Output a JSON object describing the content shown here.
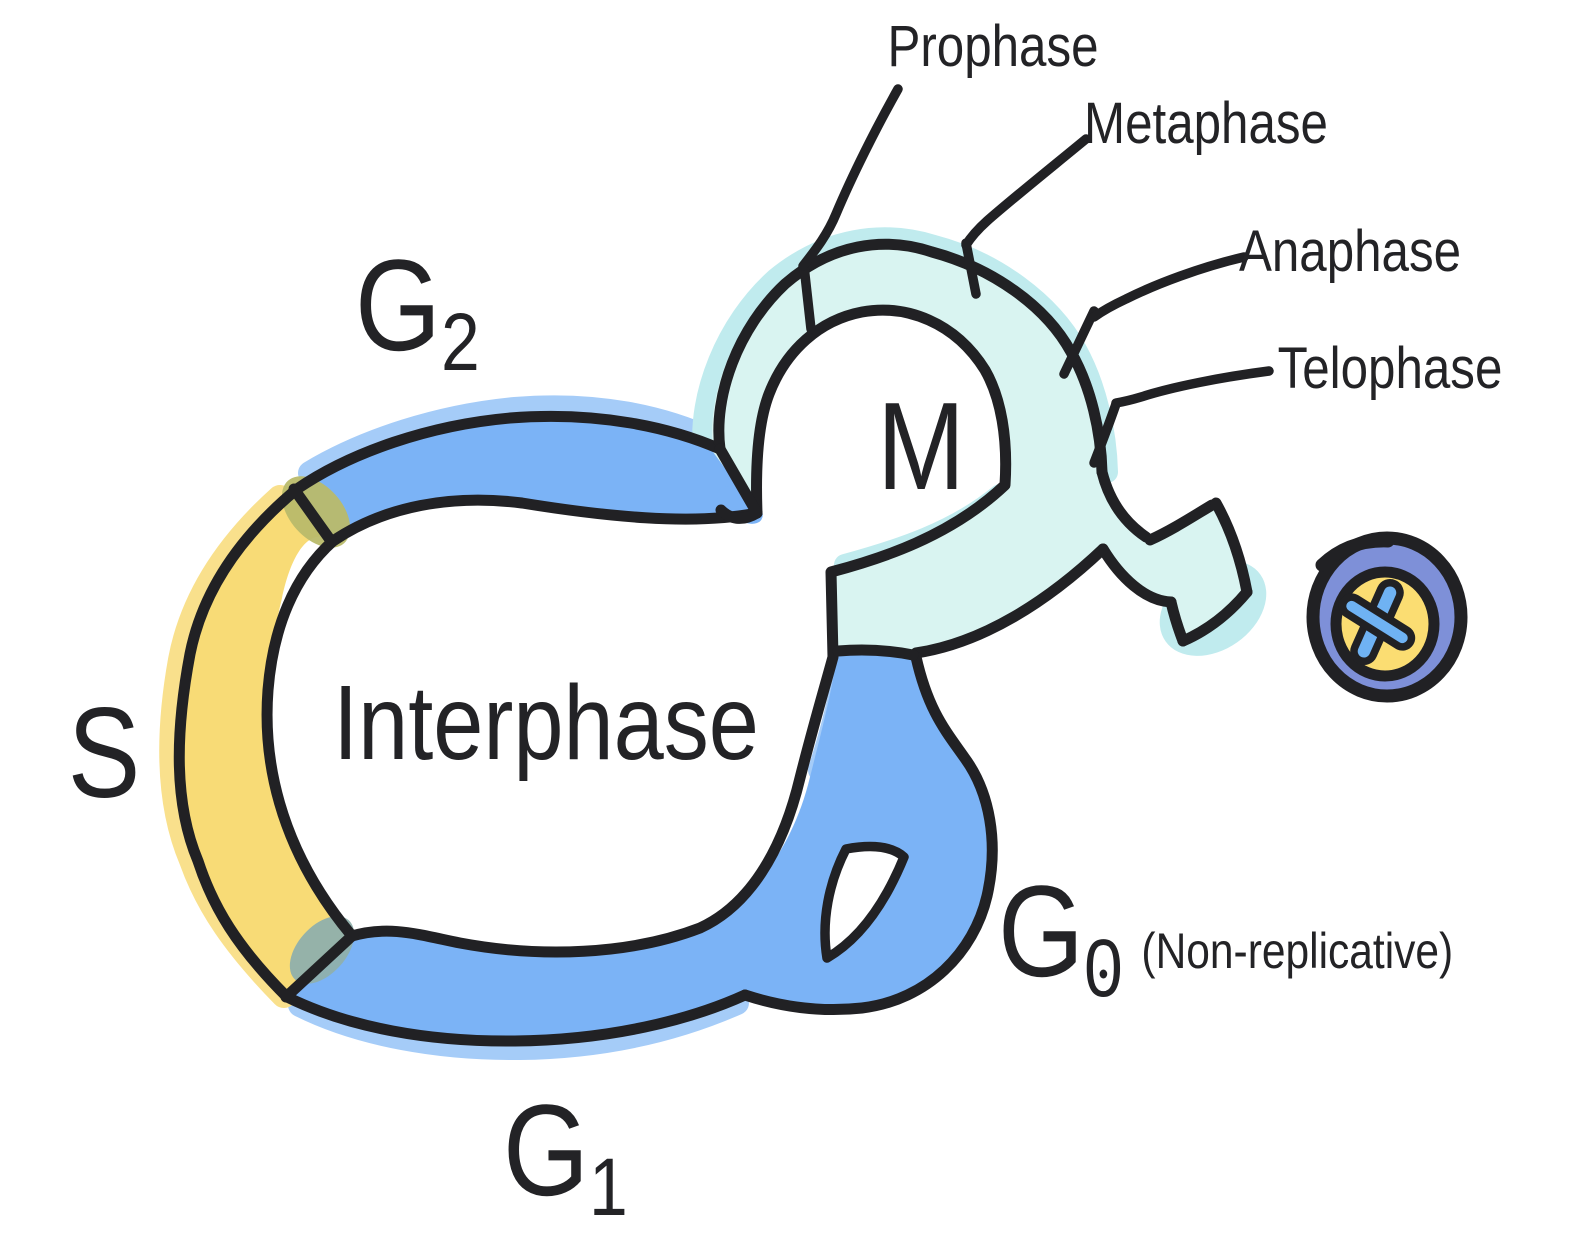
{
  "labels": {
    "interphase": "Interphase",
    "m_phase": "M",
    "s_phase": "S",
    "g2": {
      "base": "G",
      "sub": "2"
    },
    "g1": {
      "base": "G",
      "sub": "1"
    },
    "g0": {
      "base": "G",
      "sub": "0",
      "note": "(Non-replicative)"
    }
  },
  "callouts": [
    {
      "id": "prophase",
      "label": "Prophase"
    },
    {
      "id": "metaphase",
      "label": "Metaphase"
    },
    {
      "id": "anaphase",
      "label": "Anaphase"
    },
    {
      "id": "telophase",
      "label": "Telophase"
    }
  ],
  "colors": {
    "band_blue": "#7bb3f6",
    "band_blue_spill": "#a5ccf8",
    "band_yellow": "#f8db76",
    "band_yellow_spill": "#f9e08c",
    "m_cyan": "#d9f4f1",
    "m_cyan_spill": "#c0ebee",
    "overlap_olive": "#b9ba6a",
    "overlap_teal": "#8fb0ac",
    "outline": "#212124",
    "text": "#232326",
    "cell_ring": "#7e90d8",
    "cell_cytoplasm": "#fbdd72",
    "chromosome_blue": "#6fb2f3"
  }
}
